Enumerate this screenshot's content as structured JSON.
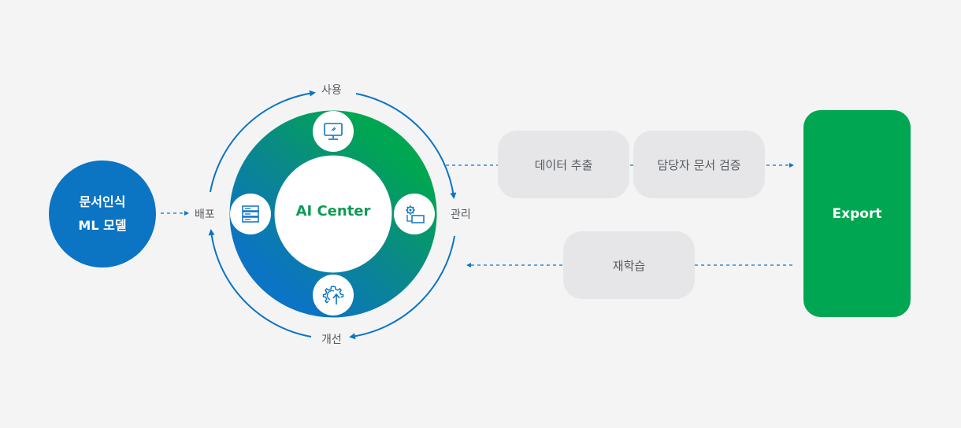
{
  "model": {
    "line1": "문서인식",
    "line2": "ML 모델"
  },
  "cycle": {
    "center": "AI Center",
    "top": "사용",
    "right": "관리",
    "bottom": "개선",
    "left": "배포"
  },
  "flow": {
    "extract": "데이터 추출",
    "verify": "담당자 문서 검증",
    "retrain": "재학습",
    "export": "Export"
  },
  "icons": {
    "top": "monitor-icon",
    "right": "settings-document-icon",
    "bottom": "gear-upload-icon",
    "left": "server-icon"
  },
  "colors": {
    "blue": "#0b74c3",
    "green": "#00a651",
    "pill": "#e6e6e8",
    "background": "#f4f4f5"
  }
}
